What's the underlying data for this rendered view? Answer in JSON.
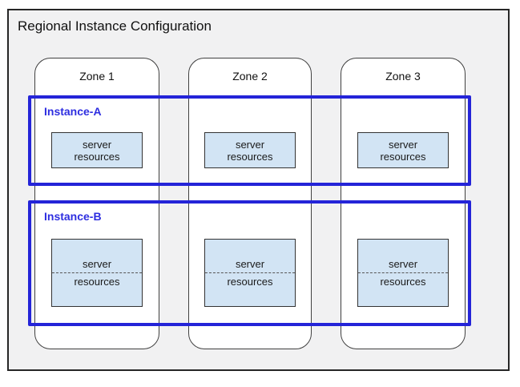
{
  "title": "Regional Instance Configuration",
  "zones": [
    {
      "label": "Zone 1"
    },
    {
      "label": "Zone 2"
    },
    {
      "label": "Zone 3"
    }
  ],
  "instances": [
    {
      "label": "Instance-A"
    },
    {
      "label": "Instance-B"
    }
  ],
  "server_box": {
    "line1": "server",
    "line2": "resources"
  },
  "colors": {
    "canvas_bg": "#ffffff",
    "frame_bg": "#f1f1f2",
    "frame_border": "#262626",
    "zone_bg": "#ffffff",
    "zone_border": "#404040",
    "instance_border": "#2424d8",
    "instance_label_text": "#2e2ee0",
    "server_box_fill": "#d2e4f4",
    "server_box_border": "#333333",
    "server_box_text": "#1a1a1a",
    "divider_dash": "#555555"
  }
}
